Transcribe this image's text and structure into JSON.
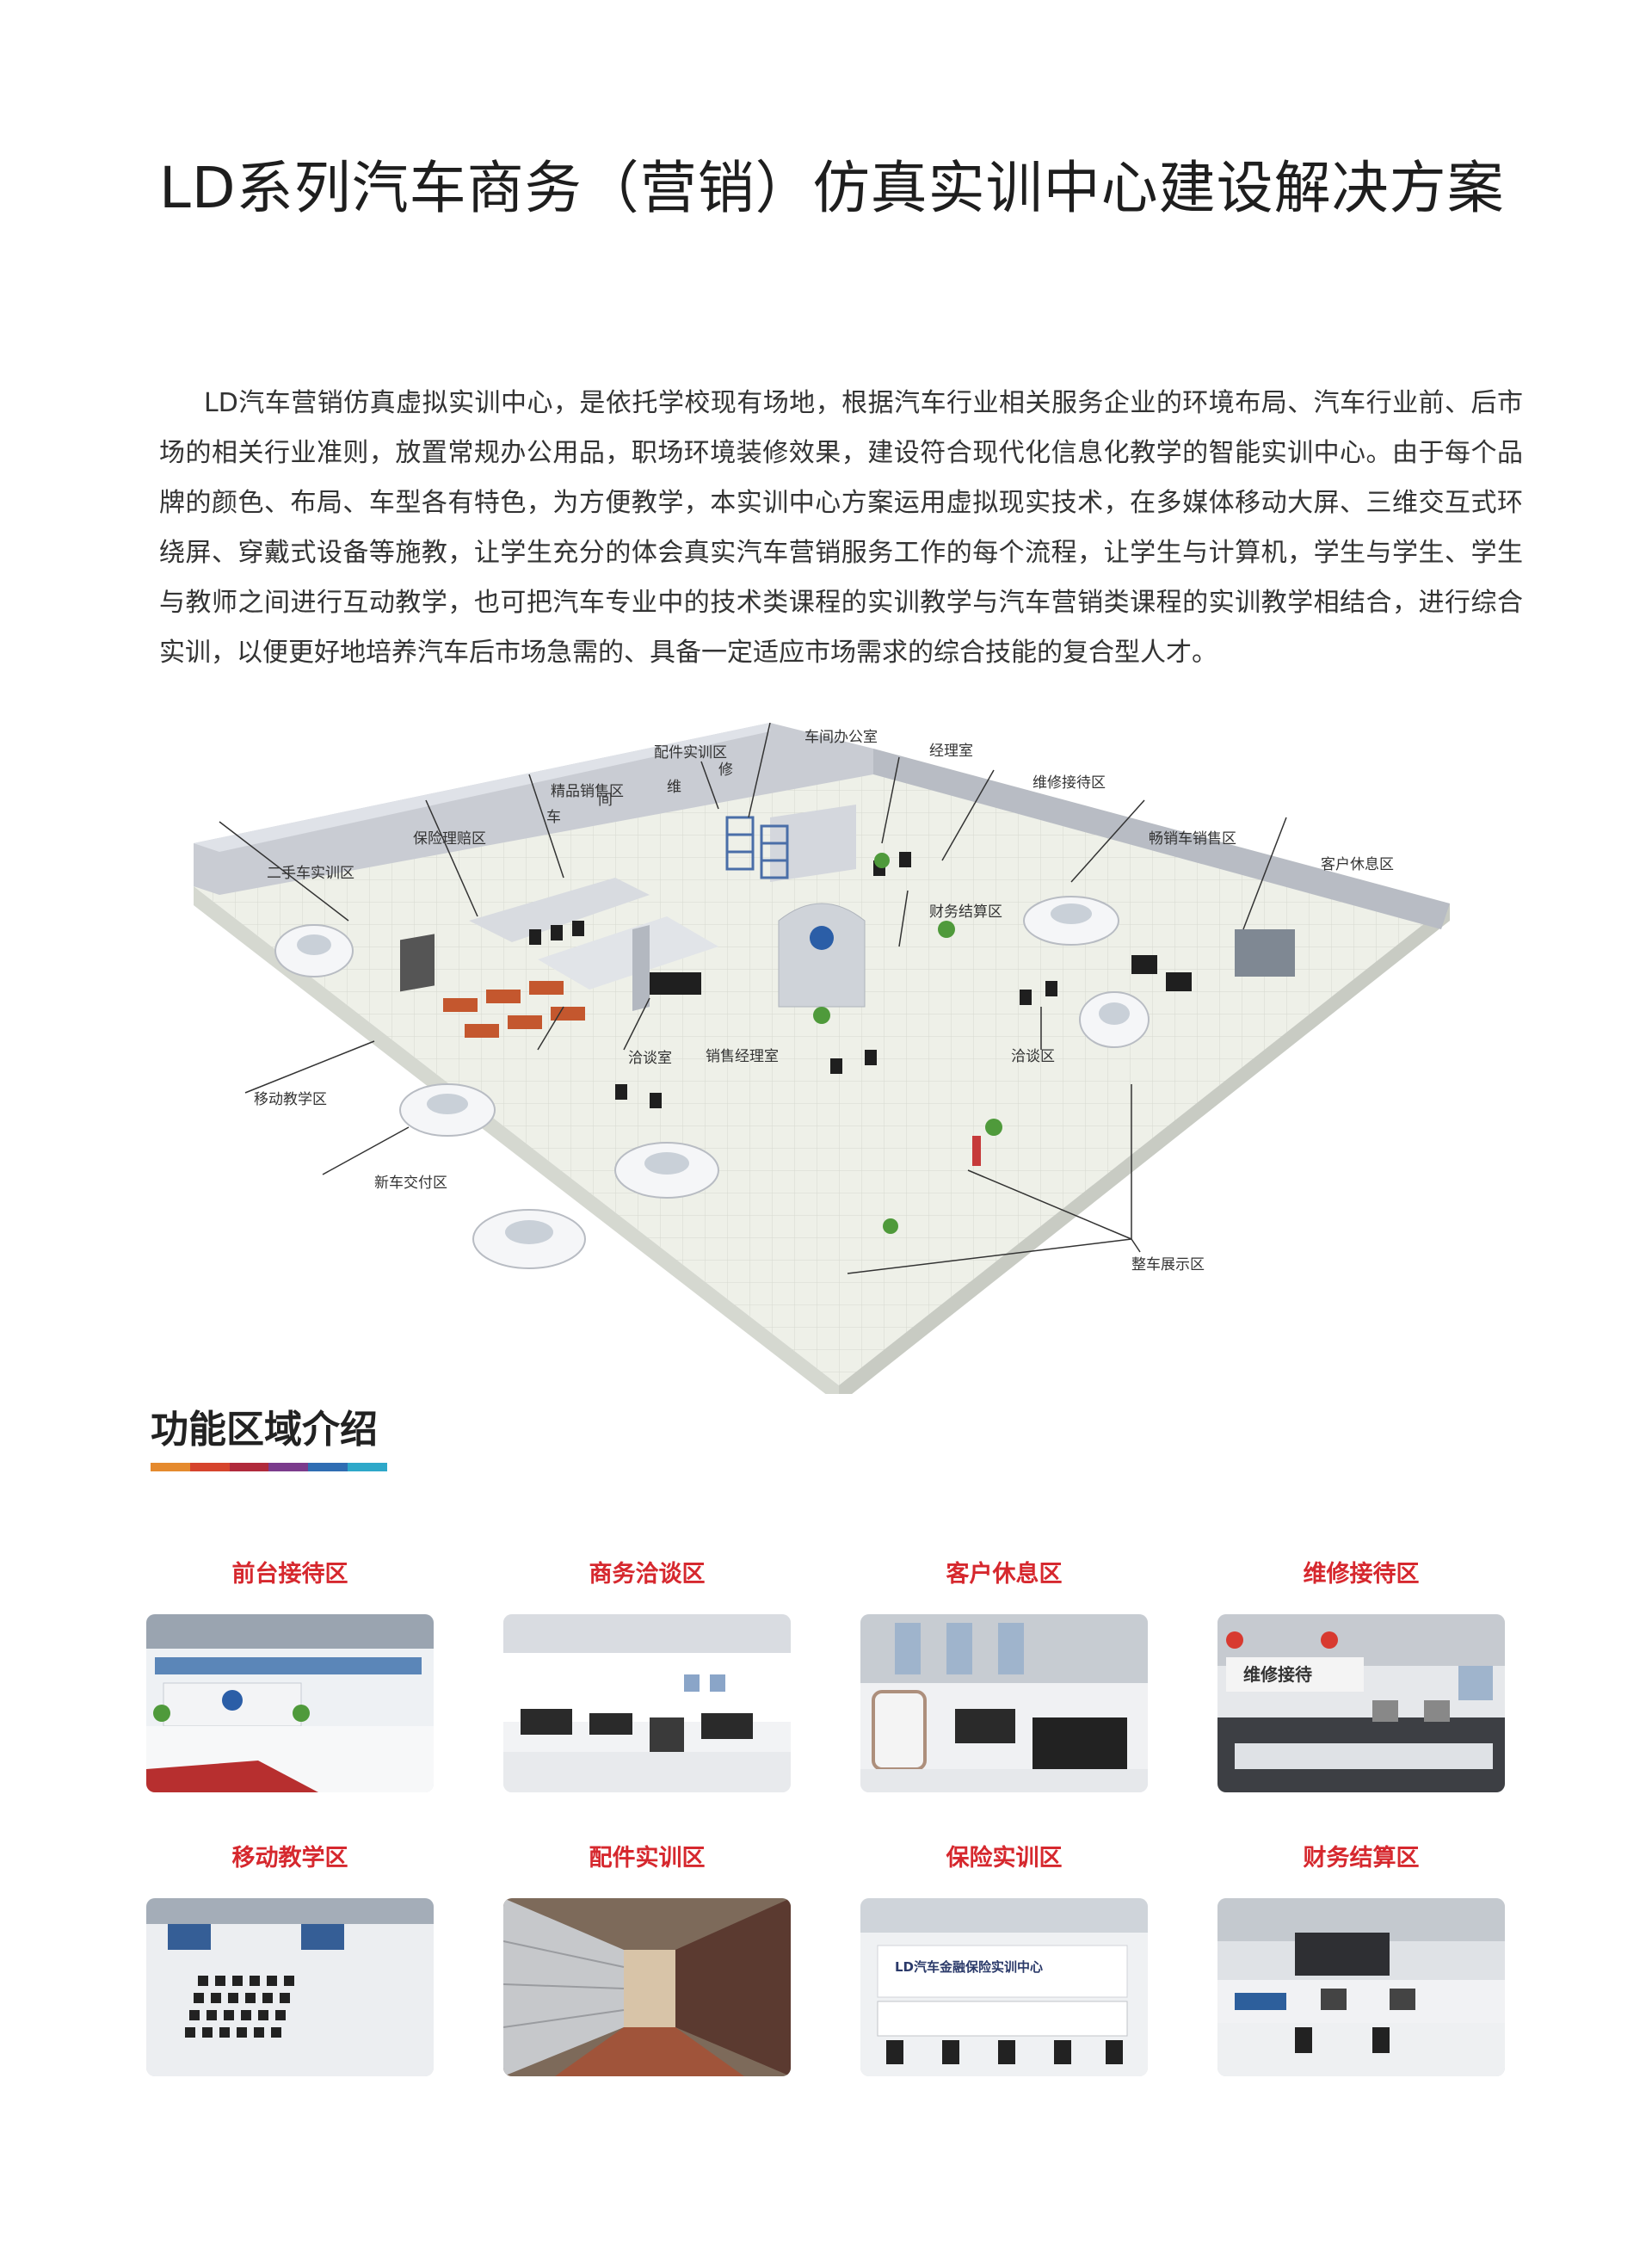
{
  "title": "LD系列汽车商务（营销）仿真实训中心建设解决方案",
  "intro": "LD汽车营销仿真虚拟实训中心，是依托学校现有场地，根据汽车行业相关服务企业的环境布局、汽车行业前、后市场的相关行业准则，放置常规办公用品，职场环境装修效果，建设符合现代化信息化教学的智能实训中心。由于每个品牌的颜色、布局、车型各有特色，为方便教学，本实训中心方案运用虚拟现实技术，在多媒体移动大屏、三维交互式环绕屏、穿戴式设备等施教，让学生充分的体会真实汽车营销服务工作的每个流程，让学生与计算机，学生与学生、学生与教师之间进行互动教学，也可把汽车专业中的技术类课程的实训教学与汽车营销类课程的实训教学相结合，进行综合实训，以便更好地培养汽车后市场急需的、具备一定适应市场需求的综合技能的复合型人才。",
  "plan": {
    "labels": {
      "workshop_office": "车间办公室",
      "parts_training": "配件实训区",
      "manager_room": "经理室",
      "boutique_sales": "精品销售区",
      "repair_reception": "维修接待区",
      "insurance_claims": "保险理赔区",
      "hot_sales": "畅销车销售区",
      "used_car": "二手车实训区",
      "customer_lounge": "客户休息区",
      "finance_settlement": "财务结算区",
      "negotiation_1": "洽谈室",
      "sales_manager": "销售经理室",
      "negotiation_2": "洽谈区",
      "mobile_teaching": "移动教学区",
      "new_car_delivery": "新车交付区",
      "vehicle_display": "整车展示区"
    },
    "wall_text": [
      "车",
      "间",
      "维",
      "修"
    ]
  },
  "section": {
    "heading": "功能区域介绍",
    "bar_colors": [
      "#e58a2e",
      "#d6442c",
      "#b02a3b",
      "#7b3b8c",
      "#2f6db3",
      "#2ea8c9"
    ]
  },
  "cards": [
    {
      "caption": "前台接待区"
    },
    {
      "caption": "商务洽谈区"
    },
    {
      "caption": "客户休息区"
    },
    {
      "caption": "维修接待区"
    },
    {
      "caption": "移动教学区"
    },
    {
      "caption": "配件实训区"
    },
    {
      "caption": "保险实训区"
    },
    {
      "caption": "财务结算区"
    }
  ],
  "photo_text": {
    "repair_sign": "维修接待",
    "insurance_sign": "LD汽车金融保险实训中心"
  }
}
